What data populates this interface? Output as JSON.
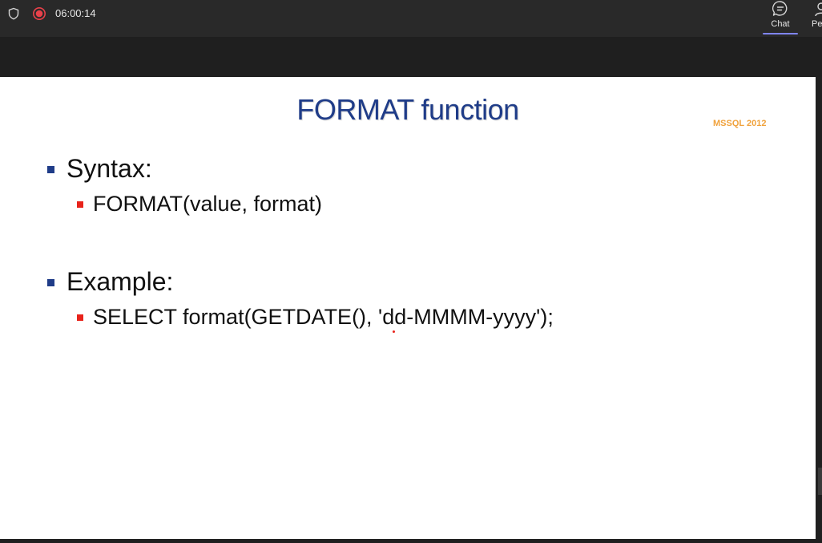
{
  "meeting_bar": {
    "timer": "06:00:14",
    "chat_label": "Chat",
    "people_label": "Pe",
    "icons": {
      "security": "shield-icon",
      "recording": "record-icon",
      "chat": "chat-icon",
      "people": "people-icon"
    },
    "colors": {
      "recording": "#e8414a",
      "active_underline": "#7f85f5"
    }
  },
  "slide": {
    "title": "FORMAT function",
    "tag": "MSSQL 2012",
    "sections": [
      {
        "heading": "Syntax:",
        "item": "FORMAT(value, format)"
      },
      {
        "heading": "Example:",
        "item": "SELECT format(GETDATE(), 'dd-MMMM-yyyy');"
      }
    ],
    "colors": {
      "title": "#1f3c88",
      "tag": "#f0a23c",
      "level1_bullet": "#1f3c88",
      "level2_bullet": "#e8231b"
    }
  }
}
